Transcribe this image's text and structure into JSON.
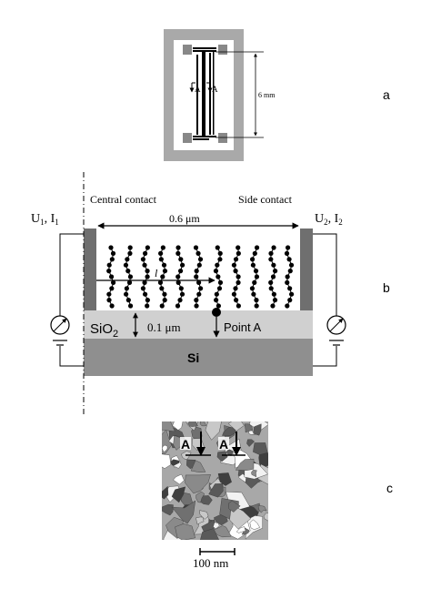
{
  "panel_a": {
    "label": "a",
    "marker_left": "A",
    "marker_right": "A",
    "dimension": "6 mm"
  },
  "panel_b": {
    "label": "b",
    "central_contact": "Central contact",
    "side_contact": "Side contact",
    "width_label": "0.6 μm",
    "u1_label": "U",
    "u1_sub": "1",
    "i1_label": ", I",
    "i1_sub": "1",
    "u2_label": "U",
    "u2_sub": "2",
    "i2_label": ", I",
    "i2_sub": "2",
    "l_label": "l",
    "oxide_label": "SiO",
    "oxide_sub": "2",
    "thickness_label": "0.1 μm",
    "point_label": "Point A",
    "substrate_label": "Si"
  },
  "panel_c": {
    "label": "c",
    "marker_left": "A",
    "marker_right": "A",
    "scale_label": "100 nm"
  }
}
